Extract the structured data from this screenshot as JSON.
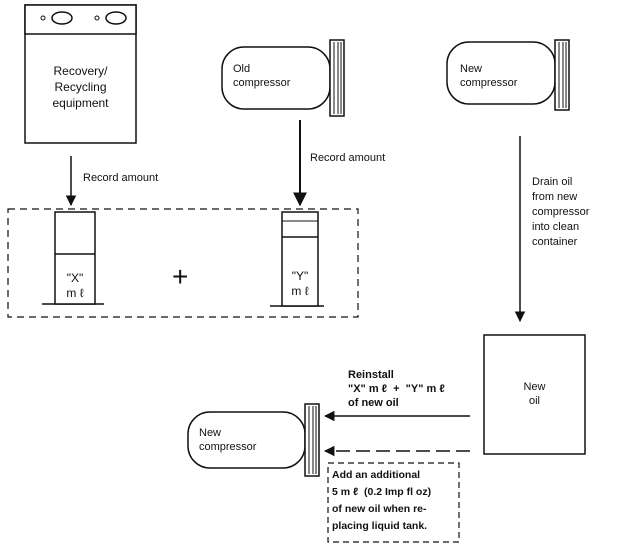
{
  "recovery_equipment": {
    "label": "Recovery/\nRecycling\nequipment"
  },
  "old_compressor": {
    "label": "Old\ncompressor"
  },
  "new_compressor_top": {
    "label": "New\ncompressor"
  },
  "record_amount_left": "Record amount",
  "record_amount_right": "Record amount",
  "drain_text": "Drain oil\nfrom new\ncompressor\ninto clean\ncontainer",
  "cylinder_x": {
    "label": "\"X\"\nm ℓ"
  },
  "plus_sign": "+",
  "cylinder_y": {
    "label": "\"Y\"\nm ℓ"
  },
  "new_oil": {
    "label": "New\noil"
  },
  "reinstall_text": "Reinstall\n\"X\" m ℓ  +  \"Y\" m ℓ\nof new oil",
  "new_compressor_bottom": {
    "label": "New\ncompressor"
  },
  "note_text": "Add an additional\n5 m ℓ  (0.2 Imp fl oz)\nof new oil when re-\nplacing liquid tank."
}
